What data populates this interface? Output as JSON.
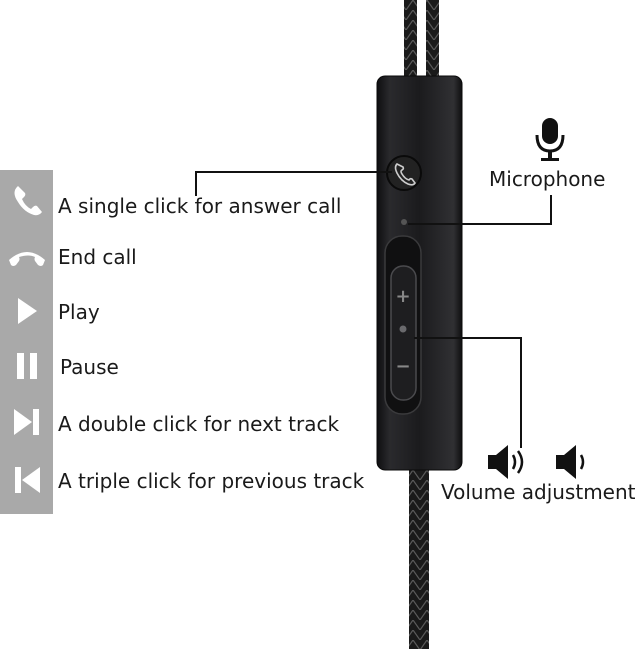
{
  "functions": [
    {
      "icon": "phone-answer-icon",
      "label": "A single click for answer call"
    },
    {
      "icon": "phone-hangup-icon",
      "label": "End call"
    },
    {
      "icon": "play-icon",
      "label": "Play"
    },
    {
      "icon": "pause-icon",
      "label": "Pause"
    },
    {
      "icon": "next-track-icon",
      "label": "A double click for next track"
    },
    {
      "icon": "previous-track-icon",
      "label": "A triple click for previous track"
    }
  ],
  "callouts": {
    "microphone": {
      "label": "Microphone",
      "icon": "microphone-icon"
    },
    "volume": {
      "label": "Volume adjustment",
      "icons": [
        "speaker-loud-icon",
        "speaker-quiet-icon"
      ]
    }
  },
  "remote": {
    "plus_symbol": "+",
    "minus_symbol": "−"
  },
  "colors": {
    "icon_strip": "#a9a9a9",
    "remote_body": "#1c1c1e",
    "cable": "#1a1a1a",
    "text": "#1a1a1a"
  }
}
